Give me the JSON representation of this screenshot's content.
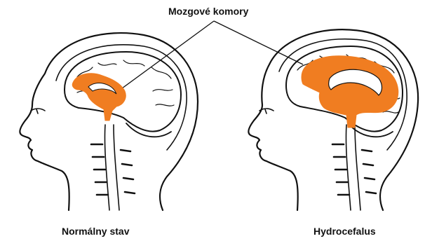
{
  "labels": {
    "ventricles": "Mozgové komory",
    "normal": "Normálny stav",
    "hydrocephalus": "Hydrocefalus"
  },
  "colors": {
    "ventricle_fill": "#f07d21",
    "outline": "#111111",
    "background": "#ffffff"
  }
}
